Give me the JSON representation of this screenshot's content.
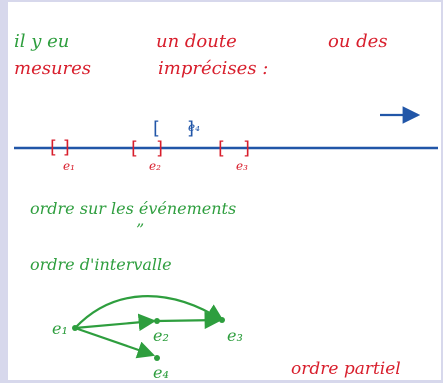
{
  "heading": {
    "line1": [
      "il y eu",
      "un doute",
      "ou des"
    ],
    "line2": [
      "mesures",
      "imprécises :"
    ]
  },
  "timeline": {
    "events": [
      "e1",
      "e2",
      "e3",
      "e4"
    ],
    "event_labels": {
      "e1": "e₁",
      "e2": "e₂",
      "e3": "e₃",
      "e4": "e₄"
    }
  },
  "notes": {
    "events_order": "ordre sur les événements",
    "ditto": "”",
    "interval_order": "ordre d'intervalle",
    "partial_order": "ordre partiel"
  },
  "graph": {
    "nodes": [
      "e₁",
      "e₂",
      "e₃",
      "e₄"
    ]
  },
  "colors": {
    "green": "#2e9e3e",
    "red": "#d81e2c",
    "blue": "#2156a8",
    "frame": "#d7d8ec"
  }
}
